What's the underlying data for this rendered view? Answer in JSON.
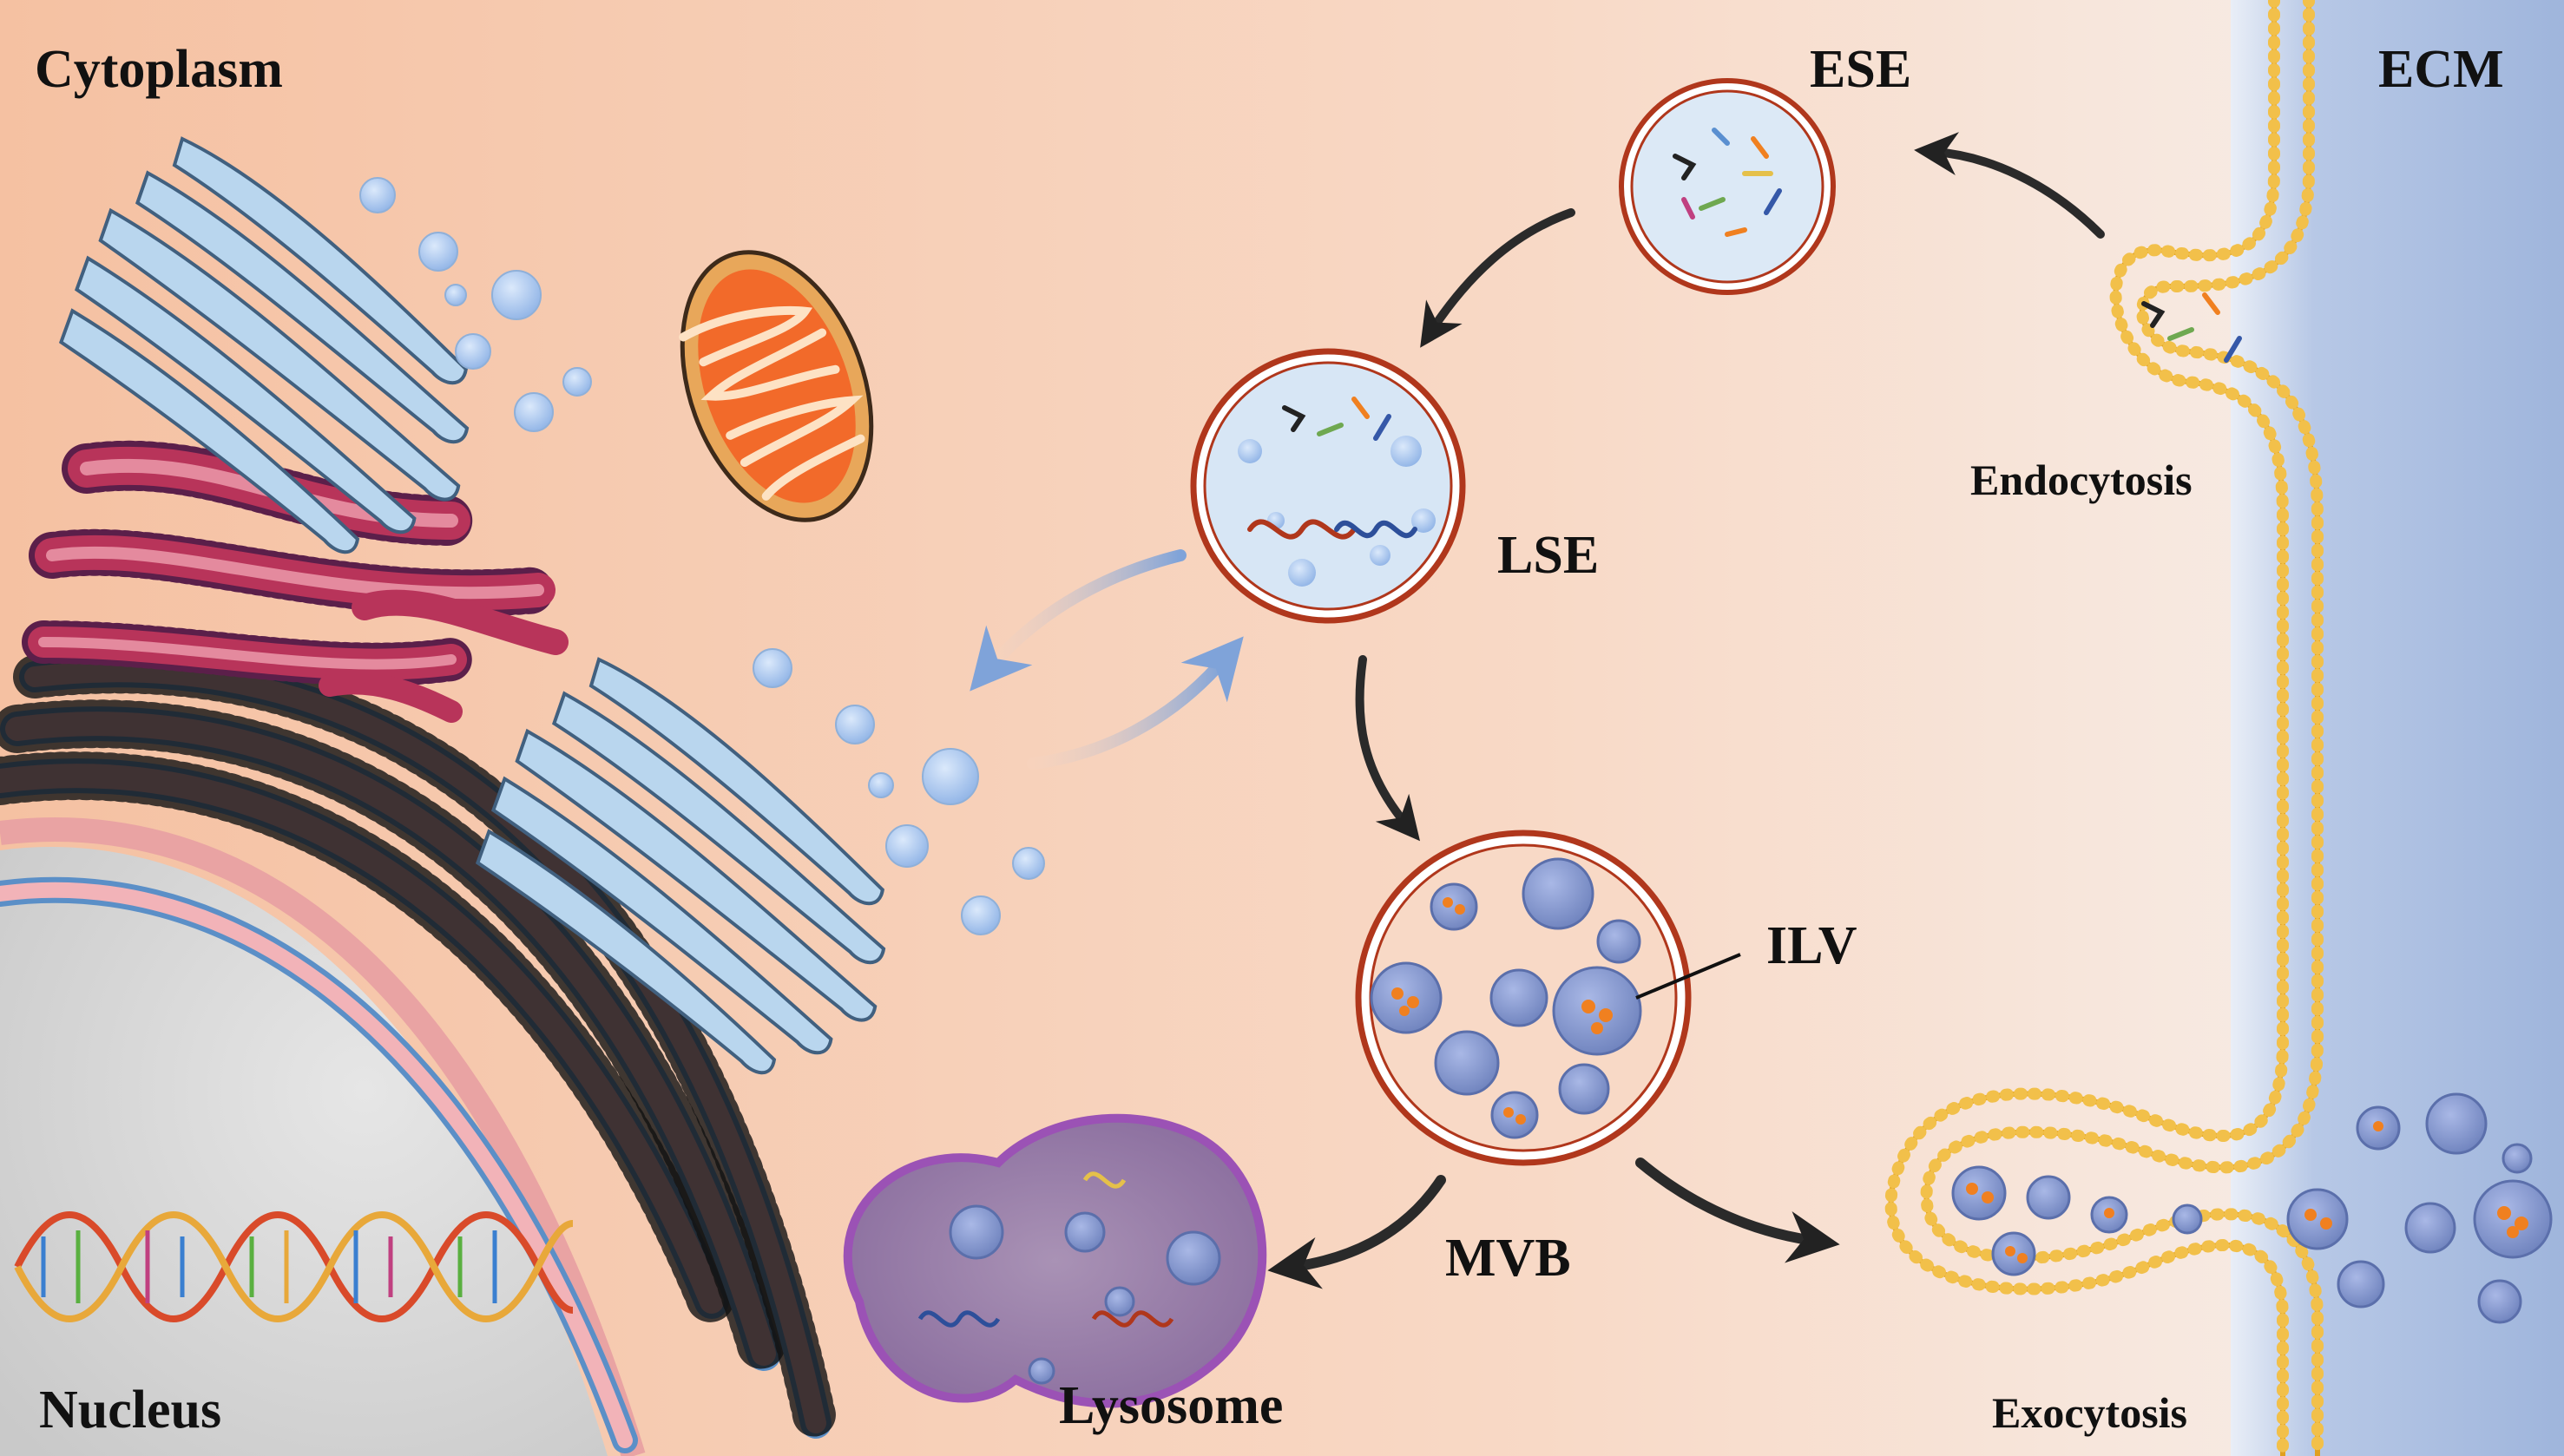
{
  "labels": {
    "cytoplasm": "Cytoplasm",
    "nucleus": "Nucleus",
    "ecm": "ECM",
    "ese": "ESE",
    "lse": "LSE",
    "ilv": "ILV",
    "mvb": "MVB",
    "lysosome": "Lysosome",
    "endocytosis": "Endocytosis",
    "exocytosis": "Exocytosis"
  },
  "colors": {
    "cytoplasm_left": "#f5c3a4",
    "cytoplasm_right": "#f7ede6",
    "ecm": "#a7bde0",
    "membrane_gold": "#e3a21a",
    "organelle_blue": "#b9d6ee",
    "vesicle_blue": "#7f93c8",
    "cargo_orange": "#f08020",
    "er_red": "#b8345a",
    "mito_orange": "#f26a2a",
    "endosome_rim": "#b0371c",
    "lysosome_purple": "#8a4a8c",
    "arrow_dark": "#333333",
    "arrow_light": "#a9c3e6"
  },
  "icons": [
    "golgi-icon",
    "mitochondrion-icon",
    "rough-er-icon",
    "nucleus-icon",
    "dna-helix-icon",
    "vesicle-icon",
    "arrow-icon"
  ]
}
